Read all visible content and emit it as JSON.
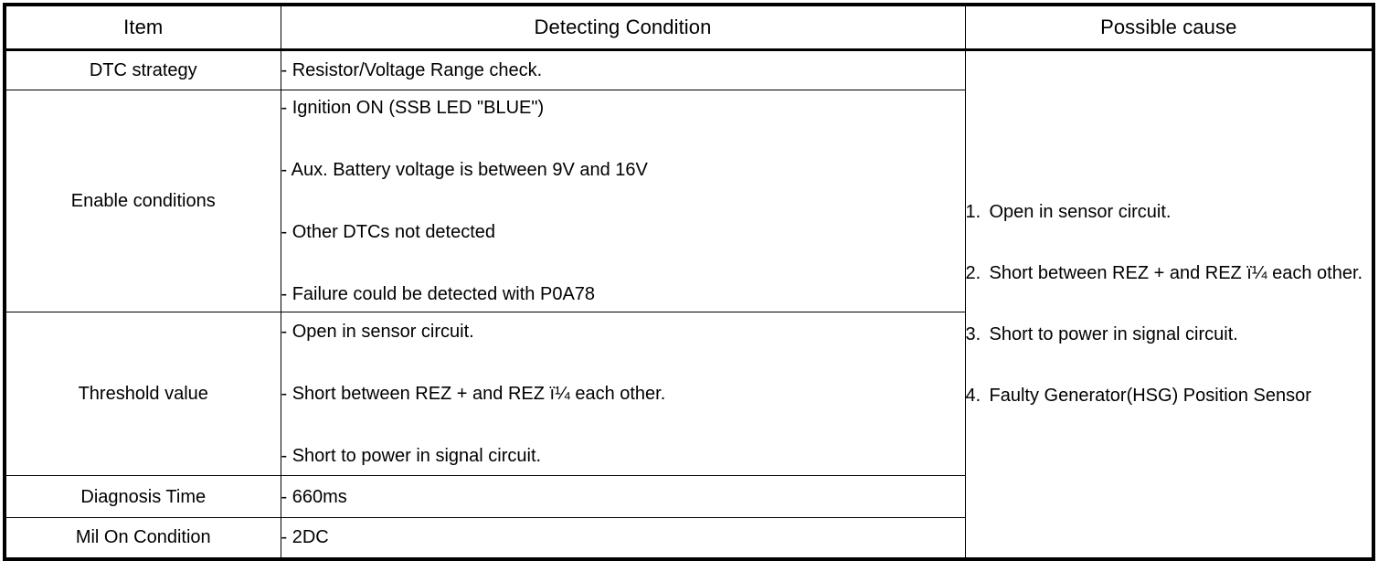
{
  "table": {
    "headers": {
      "item": "Item",
      "detecting_condition": "Detecting Condition",
      "possible_cause": "Possible cause"
    },
    "rows": [
      {
        "item": "DTC strategy",
        "conditions": [
          "-  Resistor/Voltage Range check."
        ]
      },
      {
        "item": "Enable conditions",
        "conditions": [
          "-  Ignition ON (SSB LED \"BLUE\")",
          "-  Aux. Battery voltage is between 9V and 16V",
          "-  Other DTCs not detected",
          "-  Failure could be detected with P0A78"
        ]
      },
      {
        "item": "Threshold value",
        "conditions": [
          "-  Open in sensor circuit.",
          "-  Short between REZ + and REZ ï¼ each other.",
          "-  Short to power in signal circuit."
        ]
      },
      {
        "item": "Diagnosis Time",
        "conditions": [
          "-  660ms"
        ]
      },
      {
        "item": "Mil On Condition",
        "conditions": [
          "-  2DC"
        ]
      }
    ],
    "possible_causes": [
      {
        "num": "1.",
        "text": "Open in sensor circuit."
      },
      {
        "num": "2.",
        "text": "Short between REZ + and REZ ï¼ each other."
      },
      {
        "num": "3.",
        "text": "Short to power in signal circuit."
      },
      {
        "num": "4.",
        "text": "Faulty Generator(HSG) Position Sensor"
      }
    ]
  },
  "colors": {
    "border": "#000000",
    "text": "#000000",
    "background": "#ffffff"
  }
}
